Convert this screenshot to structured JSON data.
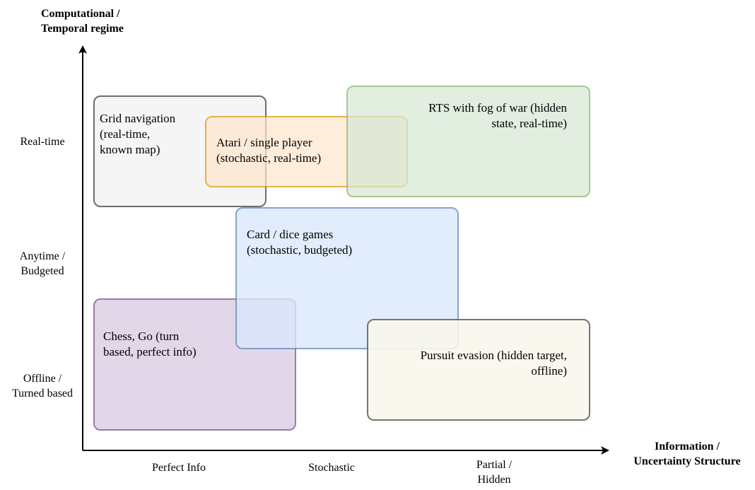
{
  "y_axis": {
    "title_lines": [
      "Computational /",
      "Temporal regime"
    ],
    "ticks": [
      {
        "lines": [
          "Real-time"
        ]
      },
      {
        "lines": [
          "Anytime /",
          "Budgeted"
        ]
      },
      {
        "lines": [
          "Offline /",
          "Turned based"
        ]
      }
    ]
  },
  "x_axis": {
    "title_lines": [
      "Information /",
      "Uncertainty Structure"
    ],
    "ticks": [
      {
        "lines": [
          "Perfect Info"
        ]
      },
      {
        "lines": [
          "Stochastic"
        ]
      },
      {
        "lines": [
          "Partial /",
          "Hidden"
        ]
      }
    ]
  },
  "regions": [
    {
      "id": "grid-navigation",
      "lines": [
        "Grid navigation",
        "(real-time,",
        "known map)"
      ],
      "fill": "#f5f5f5",
      "stroke": "#666666",
      "align": "left"
    },
    {
      "id": "chess-go",
      "lines": [
        "Chess, Go (turn",
        "based, perfect info)"
      ],
      "fill": "#e1d5e7",
      "stroke": "#9673a6",
      "align": "left"
    },
    {
      "id": "card-dice",
      "lines": [
        "Card / dice games",
        "(stochastic, budgeted)"
      ],
      "fill": "#dae8fc",
      "stroke": "#6c8ebf",
      "align": "left"
    },
    {
      "id": "atari",
      "lines": [
        "Atari / single player",
        "(stochastic, real-time)"
      ],
      "fill": "#ffe6cc",
      "stroke": "#d79b00",
      "align": "left"
    },
    {
      "id": "rts",
      "lines": [
        "RTS with fog of war (hidden",
        "state, real-time)"
      ],
      "fill": "#d5e8d4",
      "stroke": "#82b366",
      "align": "right"
    },
    {
      "id": "pursuit-evasion",
      "lines": [
        "Pursuit evasion (hidden target,",
        "offline)"
      ],
      "fill": "#f9f7ed",
      "stroke": "#666666",
      "align": "right"
    }
  ],
  "colors": {
    "axis": "#000000",
    "text": "#000000"
  }
}
